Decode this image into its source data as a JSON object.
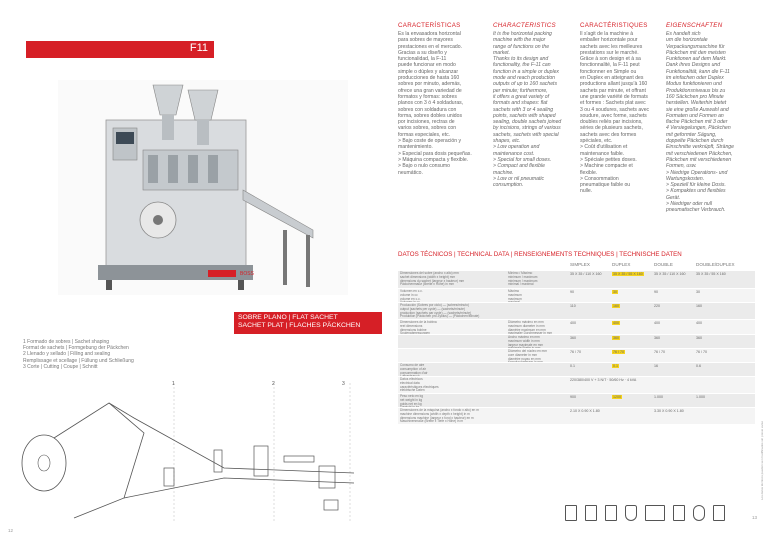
{
  "model_badge": "F11",
  "columns": [
    {
      "heading": "CARACTERÍSTICAS",
      "italic": false,
      "text": "Es la envasadora horizontal\npara sobres de mayores\nprestaciones en el mercado.\nGracias a su diseño y\nfuncionalidad, la F-11\npuede funcionar en modo\nsimple o dúplex y alcanzar\nproducciones de hasta 160\nsobres por minuto, además,\nofrece una gran variedad de\nformatos y formas: sobres\nplanos con 3 ó 4 soldaduras,\nsobres con soldadura con\nforma, sobres dobles unidos\npor incisiones, rectras de\nvarios sobres, sobres con\nformas especiales, etc.\n> Bajo coste de operación y\n  mantenimiento.\n> Especial para dosis pequeñas.\n> Máquina compacta y flexible.\n> Bajo o nulo consumo\n  neumático."
    },
    {
      "heading": "CHARACTERISTICS",
      "italic": true,
      "text": "It is the horizontal packing\nmachine with the major\nrange of functions on the\nmarket.\nThanks to its design and\nfunctionality, the F-11 can\nfunction in a simple or duplex\nmode and reach production\noutputs of up to 160 sachets\nper minute; furthermore,\nit offers a great variety of\nformats and shapes: flat\nsachets with 3 or 4 sealing\npoints, sachets with shaped\nsealing, double sachets joined\nby incisions, strings of various\nsachets, sachets with special\nshapes, etc.\n> Low operation and\n  maintenance cost.\n> Special for small doses.\n> Compact and flexible\n  machine.\n> Low or nil pneumatic\n  consumption."
    },
    {
      "heading": "CARACTÉRISTIQUES",
      "italic": false,
      "text": "Il s'agit de la machine à\nemballer horizontale pour\nsachets avec les meilleures\nprestations sur le marché.\nGrâce à son design et à sa\nfonctionnalité, la F-11 peut\nfonctionner en Simple ou\nen Duplex en atteignant des\nproductions allant jusqu'à 160\nsachets par minute, et offrant\nune grande variété de formats\net formes : Sachets plat avec\n3 ou 4 soudures, sachets avec\nsoudure, avec forme, sachets\ndoubles reliés par incisions,\nséries de plusieurs sachets,\nsachets avec des formes\nspéciales, etc.\n> Coût d'utilisation et\n  maintenance faible.\n> Spéciale petites doses.\n> Machine compacte et\n  flexible.\n> Consommation\n  pneumatique faible ou\n  nulle."
    },
    {
      "heading": "EIGENSCHAFTEN",
      "italic": true,
      "text": "Es handelt sich\num die horizontale\nVerpackungsmaschine für\nPäckchen mit den meisten\nFunktionen auf dem Markt.\nDank ihres Designs und\nFunktionalität, kann die F-11\nim einfachen oder Duplex\nModus funktionieren und\nProduktionsniveaus bis zu\n160 Säckchen pro Minute\nherstellen. Weiterhin bietet\nsie eine große Auswahl and\nFormaten und Formen an\nflache Päckchen mit 3 oder\n4 Versiegelungen, Päckchen\nmit geformter Sägung,\ndoppelte Päckchen durch\nEinschnitte verknüpft, Stränge\nmit verschiedenen Päckchen,\nPäckchen mit verschiedenen\nFormen, usw.\n> Niedrige Operations- und\n  Wartungskosten.\n> Speziell für kleine Dosis.\n> Kompaktes und flexibles\n  Gerät.\n> Niedriger oder null\n  pneumatischer Verbrauch."
    }
  ],
  "tech_heading": "DATOS TÉCNICOS | TECHNICAL DATA | RENSEIGNEMENTS TECHNIQUES | TECHNISCHE DATEN",
  "table_columns": [
    "SIMPLEX",
    "DUPLEX",
    "DOUBLE",
    "DOUBLE/DUPLEX"
  ],
  "table_rows": [
    {
      "label": "Dimensiones del sobre (ancho x alto) mm\nsachet dimensions (width x height) mm\ndimensions du sachet (largeur x hauteur) mm\nPäckchenmaße (Breite x Höhe) in mm",
      "mid": "Mínimo / Máximo\nminimum / maximum\nminimum / maximum\nminimal / maximal",
      "values": [
        "35 X 35 / 110 X 160",
        "35 X 35 / 55 X 160",
        "35 X 35 / 110 X 160",
        "35 X 35 / 55 X 160"
      ],
      "h": 18
    },
    {
      "label": "Volumen en c.c.\nvolume in cc\nvolume en c.c.\nVolumen in cc",
      "mid": "Máximo\nmaximum\nmaximum\nmaximal",
      "values": [
        "90",
        "30",
        "90",
        "30"
      ],
      "h": 14
    },
    {
      "label": "Producción (Sobres por ciclo) — (sobres/minuto)\noutput (sachets per cycle) — (sachets/minute)\nproduction (sachets par cycle) — (sachets/minute)\nProduktion (Päckchen pro Zyklus) — (Päckchen/Minute)",
      "mid": "",
      "values": [
        "110",
        "160",
        "220",
        "160"
      ],
      "h": 17
    },
    {
      "label": "Dimensiones de la bobina\nreel dimensions\ndimensions bobine\nSpulenabmessungen",
      "mid": "Diámetro máximo en mm\nmaximum diameter in mm\ndiamètre maximum en mm\nmaximaler Durchmesser in mm",
      "values": [
        "400",
        "400",
        "400",
        "400"
      ],
      "h": 15
    },
    {
      "label": "",
      "mid": "Ancho máximo en mm\nmaximum width in mm\nlargeur maximale en mm\nmaximale Breite in mm",
      "values": [
        "360",
        "360",
        "360",
        "360"
      ],
      "h": 14
    },
    {
      "label": "",
      "mid": "Diámetro del núcleo en mm\ncore diameter in mm\ndiamètre noyau en mm\nKerndurchmesser in mm",
      "values": [
        "76 / 70",
        "76 / 70",
        "76 / 70",
        "76 / 70"
      ],
      "h": 14
    },
    {
      "label": "Consumo de aire\nconsumption of air\nconsommation d'air\nLuftverbrauch",
      "mid": "",
      "values": [
        "0.1",
        "0.1",
        "16",
        "0.6"
      ],
      "h": 14
    },
    {
      "label": "Datos eléctricos\nelectrical data\ncaractéristiques électriques\nelektrische Daten",
      "mid": "",
      "values": [
        "220/380/400 V + 3 N/T · 50/60 Hz · 4 kVA",
        "",
        "",
        ""
      ],
      "h": 17
    },
    {
      "label": "Peso neto en kg\nnet weight in kg\npoids net en kg\nGewicht in kg",
      "mid": "",
      "values": [
        "900",
        "1200",
        "1.000",
        "1.000"
      ],
      "h": 14
    },
    {
      "label": "Dimensiones de la máquina (ancho x fondo x alto) en m\nmachine dimensions (width x depth x height) in m\ndimensions machine (largeur x fond x hauteur) en m\nMaschinenmaße (Breite x Tiefe x Höhe) in m",
      "mid": "",
      "values": [
        "2.10 X 0.90 X 1.80",
        "",
        "3.30 X 0.90 X 1.80",
        ""
      ],
      "h": 17
    }
  ],
  "flat_sachet": [
    "SOBRE PLANO | FLAT SACHET",
    "SACHET PLAT | FLACHES PÄCKCHEN"
  ],
  "legend": "1  Formado de sobres | Sachet shaping\n    Format de sachets | Formgebung der Päckchen\n2  Llenado y sellado | Filling and sealing\n    Remplissage et scellage | Füllung und Schließung\n3  Corte | Cutting | Coupe | Schnitt",
  "diagram_numbers": [
    "1",
    "2",
    "3"
  ],
  "page_left": "12",
  "page_right": "13",
  "side_note": "Los datos técnicos pueden ser modificados sin previo aviso",
  "brand": "BOSS-PLAST",
  "colors": {
    "accent": "#d61f26",
    "highlight": "#f5d31c"
  }
}
